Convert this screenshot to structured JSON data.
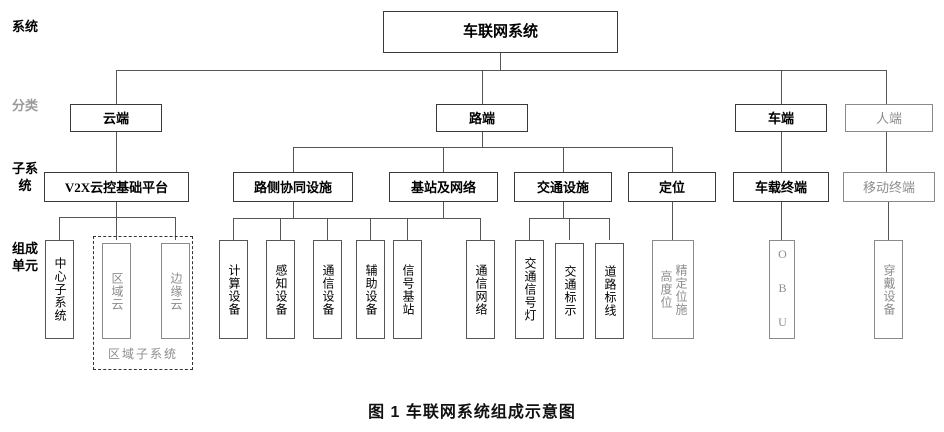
{
  "figure": {
    "caption": "图 1  车联网系统组成示意图"
  },
  "row_labels": [
    {
      "text": "系统",
      "gray": false
    },
    {
      "text": "分类",
      "gray": true
    },
    {
      "text": "子系统",
      "gray": false
    },
    {
      "text": "组成单元",
      "gray": false
    }
  ],
  "row_label_text": {
    "system": "系统",
    "classification": "分类",
    "subsystem": "子系统",
    "component_unit": "组成单元"
  },
  "root": {
    "label": "车联网系统"
  },
  "classification": {
    "cloud": "云端",
    "road": "路端",
    "vehicle": "车端",
    "person": "人端"
  },
  "subsystems": {
    "v2x_platform": "V2X云控基础平台",
    "roadside_cooperative": "路侧协同设施",
    "base_station_network": "基站及网络",
    "traffic_facility": "交通设施",
    "positioning": "定位",
    "onboard_terminal": "车载终端",
    "mobile_terminal": "移动终端"
  },
  "components": {
    "center_subsystem": "中心子系统",
    "regional_cloud": "区域云",
    "edge_cloud": "边缘云",
    "regional_subsystem_group": "区域子系统",
    "computing_device": "计算设备",
    "sensing_device": "感知设备",
    "communication_device": "通信设备",
    "auxiliary_device": "辅助设备",
    "signal_base_station": "信号基站",
    "communication_network": "通信网络",
    "traffic_signal_light": "交通信号灯",
    "traffic_sign": "交通标示",
    "road_marking": "道路标线",
    "high_precision_positioning_a": "高度位",
    "high_precision_positioning_b": "精定位施",
    "obu": "O B U",
    "wearable_device": "穿戴设备"
  },
  "colors": {
    "line": "#555555",
    "text": "#000000",
    "muted_text": "#8d8d8d",
    "background": "#ffffff"
  }
}
